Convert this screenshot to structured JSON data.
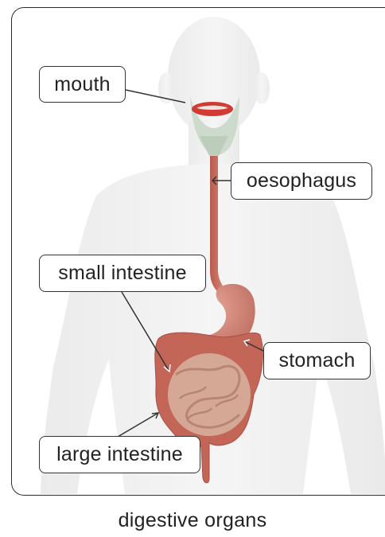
{
  "labels": {
    "mouth": "mouth",
    "oesophagus": "oesophagus",
    "small_intestine": "small intestine",
    "stomach": "stomach",
    "large_intestine": "large intestine"
  },
  "caption": "digestive organs",
  "colors": {
    "body": "#efefef",
    "organ_tissue": "#c56c5d",
    "small_intestine": "#d7a894",
    "lips": "#d53c33",
    "throat": "#c6d6c6"
  }
}
